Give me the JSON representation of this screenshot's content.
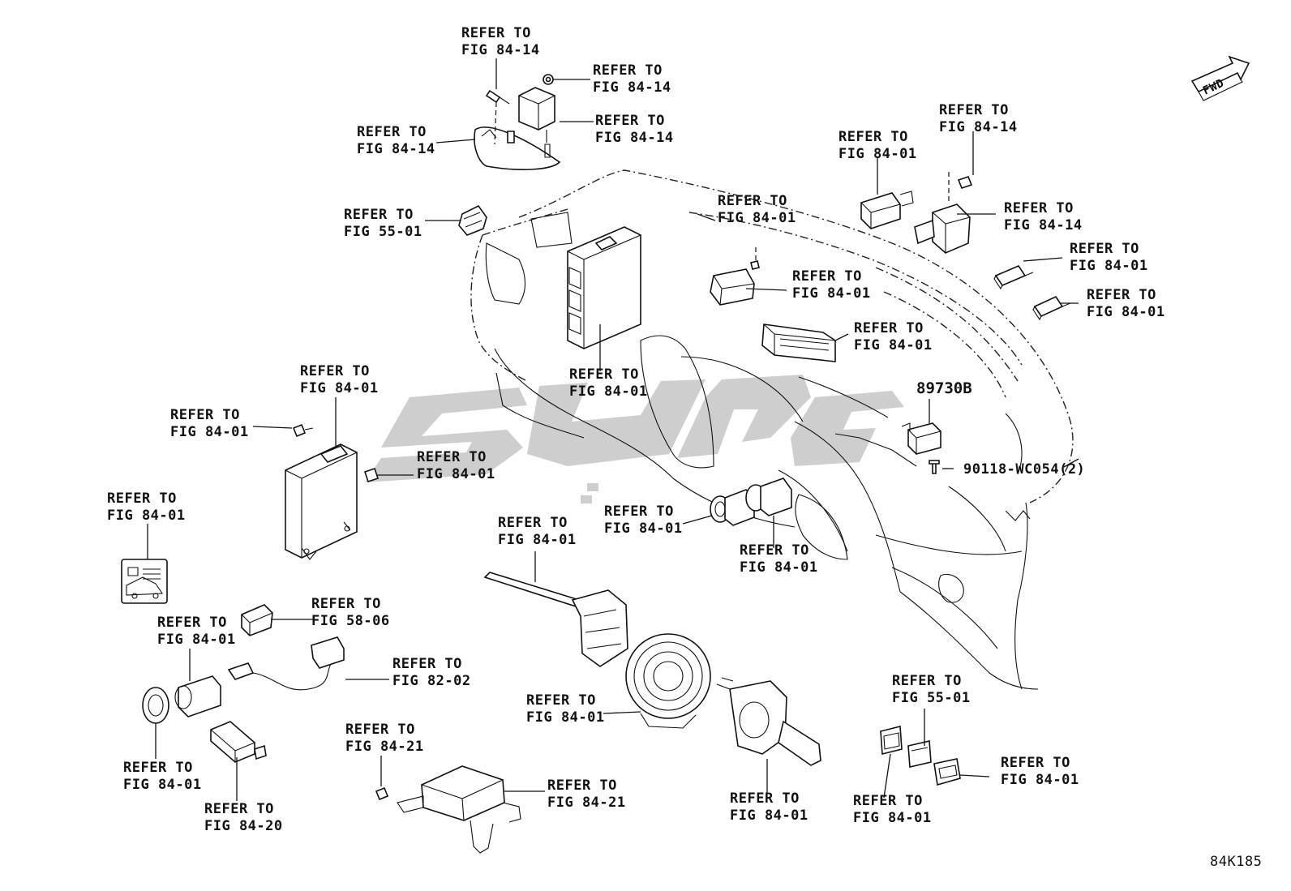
{
  "colors": {
    "ink": "#111111",
    "watermark": "#bdbdbd",
    "background": "#ffffff"
  },
  "fwd_label": "FWD",
  "drawing_code": "84K185",
  "part_numbers": [
    "89730B",
    "90118-WC054(2)"
  ],
  "callouts": [
    {
      "line1": "REFER TO",
      "line2": "FIG 84-14"
    },
    {
      "line1": "REFER TO",
      "line2": "FIG 84-14"
    },
    {
      "line1": "REFER TO",
      "line2": "FIG 84-14"
    },
    {
      "line1": "REFER TO",
      "line2": "FIG 84-14"
    },
    {
      "line1": "REFER TO",
      "line2": "FIG 55-01"
    },
    {
      "line1": "REFER TO",
      "line2": "FIG 84-01"
    },
    {
      "line1": "REFER TO",
      "line2": "FIG 84-14"
    },
    {
      "line1": "REFER TO",
      "line2": "FIG 84-01"
    },
    {
      "line1": "REFER TO",
      "line2": "FIG 84-14"
    },
    {
      "line1": "REFER TO",
      "line2": "FIG 84-01"
    },
    {
      "line1": "REFER TO",
      "line2": "FIG 84-01"
    },
    {
      "line1": "REFER TO",
      "line2": "FIG 84-01"
    },
    {
      "line1": "REFER TO",
      "line2": "FIG 84-01"
    },
    {
      "line1": "REFER TO",
      "line2": "FIG 84-01"
    },
    {
      "line1": "REFER TO",
      "line2": "FIG 84-01"
    },
    {
      "line1": "REFER TO",
      "line2": "FIG 84-01"
    },
    {
      "line1": "REFER TO",
      "line2": "FIG 84-01"
    },
    {
      "line1": "REFER TO",
      "line2": "FIG 84-01"
    },
    {
      "line1": "REFER TO",
      "line2": "FIG 84-01"
    },
    {
      "line1": "REFER TO",
      "line2": "FIG 84-01"
    },
    {
      "line1": "REFER TO",
      "line2": "FIG 84-01"
    },
    {
      "line1": "REFER TO",
      "line2": "FIG 58-06"
    },
    {
      "line1": "REFER TO",
      "line2": "FIG 84-01"
    },
    {
      "line1": "REFER TO",
      "line2": "FIG 82-02"
    },
    {
      "line1": "REFER TO",
      "line2": "FIG 84-01"
    },
    {
      "line1": "REFER TO",
      "line2": "FIG 84-20"
    },
    {
      "line1": "REFER TO",
      "line2": "FIG 84-21"
    },
    {
      "line1": "REFER TO",
      "line2": "FIG 84-21"
    },
    {
      "line1": "REFER TO",
      "line2": "FIG 84-01"
    },
    {
      "line1": "REFER TO",
      "line2": "FIG 84-01"
    },
    {
      "line1": "REFER TO",
      "line2": "FIG 55-01"
    },
    {
      "line1": "REFER TO",
      "line2": "FIG 84-01"
    },
    {
      "line1": "REFER TO",
      "line2": "FIG 84-01"
    }
  ]
}
